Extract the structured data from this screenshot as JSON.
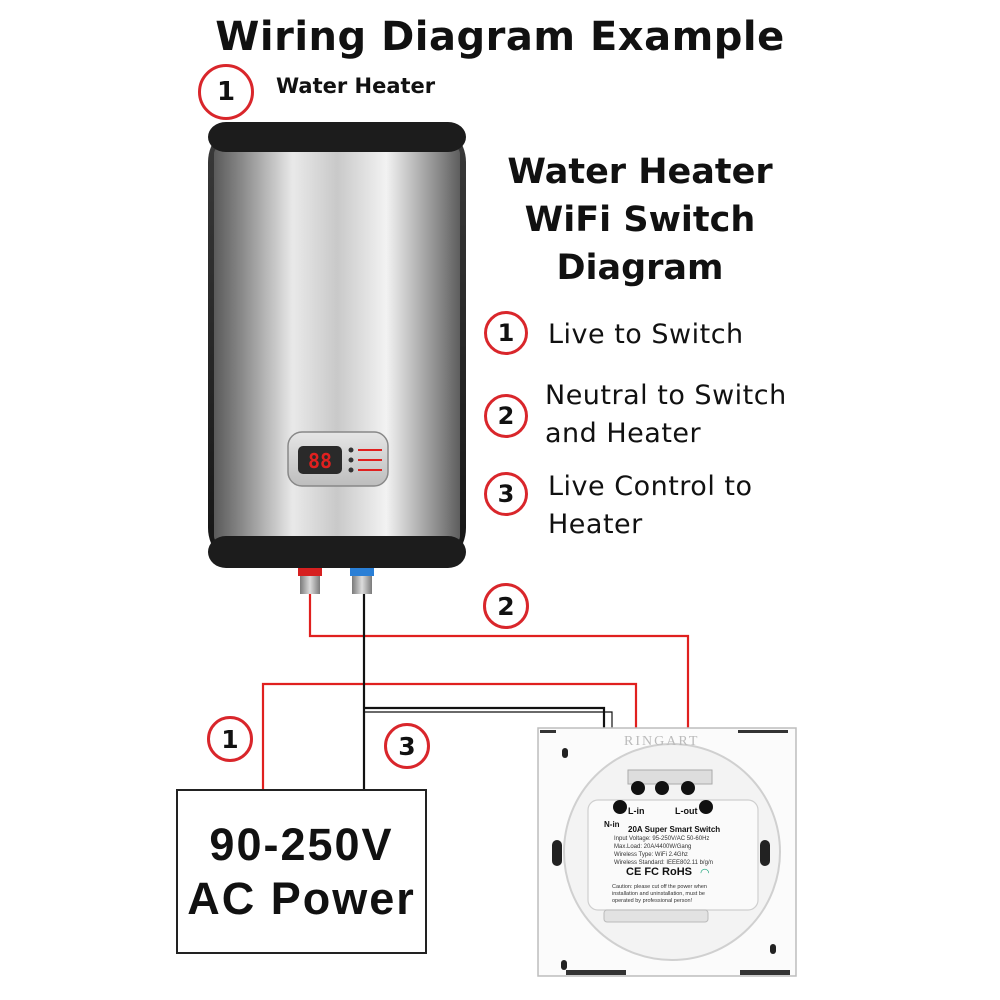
{
  "title": "Wiring Diagram Example",
  "header_marker": {
    "num": "1",
    "label": "Water Heater"
  },
  "diagram_title": [
    "Water Heater",
    "WiFi Switch",
    "Diagram"
  ],
  "legend": [
    {
      "num": "1",
      "lines": [
        "Live to Switch"
      ]
    },
    {
      "num": "2",
      "lines": [
        "Neutral to Switch",
        "and Heater"
      ]
    },
    {
      "num": "3",
      "lines": [
        "Live Control to",
        "Heater"
      ]
    }
  ],
  "wire_markers": {
    "neutral": "2",
    "live": "1",
    "control": "3"
  },
  "heater_display": "88",
  "power_box": {
    "line1": "90-250V",
    "line2": "AC Power"
  },
  "switch": {
    "brand": "RINGART",
    "terminals": {
      "n_in": "N-in",
      "l_in": "L-in",
      "l_out": "L-out"
    },
    "model": "20A Super Smart Switch",
    "specs": [
      "Input Voltage: 95-250V/AC 50-60Hz",
      "Max.Load: 20A/4400W/Gang",
      "Wireless Type: WiFi 2.4Ghz",
      "Wireless Standard: IEEE802.11 b/g/n"
    ],
    "certs": "CE FC RoHS",
    "caution": [
      "Caution: please cut off the power when",
      "installation and uninstallation, must be",
      "operated by professional person!"
    ]
  },
  "colors": {
    "live": "#e0201f",
    "neutral": "#111111",
    "marker": "#d9262b"
  }
}
